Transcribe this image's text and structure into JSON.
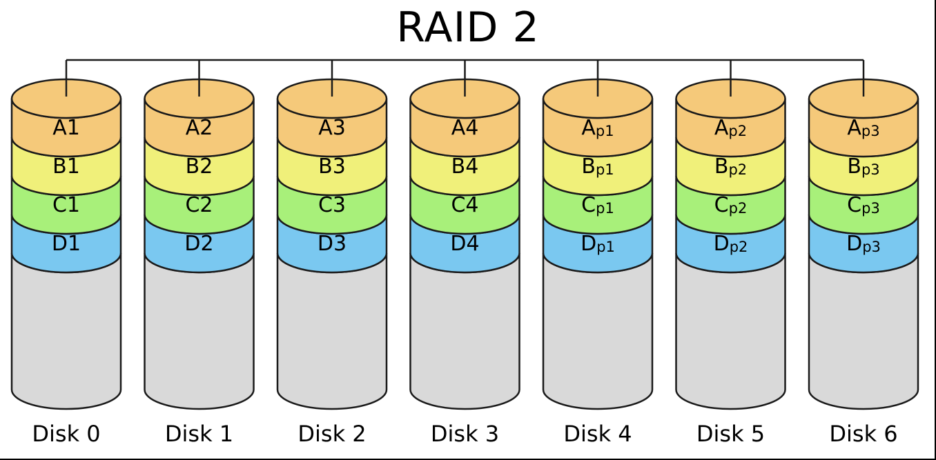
{
  "title": "RAID 2",
  "colors": {
    "top": "#f5c97a",
    "a": "#f5c97a",
    "b": "#f0f07a",
    "c": "#a8f07a",
    "d": "#7ac8f0",
    "empty": "#d9d9d9",
    "stroke": "#1a1a1a"
  },
  "disks": [
    {
      "label": "Disk 0",
      "segments": [
        {
          "main": "A1",
          "sub": ""
        },
        {
          "main": "B1",
          "sub": ""
        },
        {
          "main": "C1",
          "sub": ""
        },
        {
          "main": "D1",
          "sub": ""
        }
      ]
    },
    {
      "label": "Disk 1",
      "segments": [
        {
          "main": "A2",
          "sub": ""
        },
        {
          "main": "B2",
          "sub": ""
        },
        {
          "main": "C2",
          "sub": ""
        },
        {
          "main": "D2",
          "sub": ""
        }
      ]
    },
    {
      "label": "Disk 2",
      "segments": [
        {
          "main": "A3",
          "sub": ""
        },
        {
          "main": "B3",
          "sub": ""
        },
        {
          "main": "C3",
          "sub": ""
        },
        {
          "main": "D3",
          "sub": ""
        }
      ]
    },
    {
      "label": "Disk 3",
      "segments": [
        {
          "main": "A4",
          "sub": ""
        },
        {
          "main": "B4",
          "sub": ""
        },
        {
          "main": "C4",
          "sub": ""
        },
        {
          "main": "D4",
          "sub": ""
        }
      ]
    },
    {
      "label": "Disk 4",
      "segments": [
        {
          "main": "A",
          "sub": "p1"
        },
        {
          "main": "B",
          "sub": "p1"
        },
        {
          "main": "C",
          "sub": "p1"
        },
        {
          "main": "D",
          "sub": "p1"
        }
      ]
    },
    {
      "label": "Disk 5",
      "segments": [
        {
          "main": "A",
          "sub": "p2"
        },
        {
          "main": "B",
          "sub": "p2"
        },
        {
          "main": "C",
          "sub": "p2"
        },
        {
          "main": "D",
          "sub": "p2"
        }
      ]
    },
    {
      "label": "Disk 6",
      "segments": [
        {
          "main": "A",
          "sub": "p3"
        },
        {
          "main": "B",
          "sub": "p3"
        },
        {
          "main": "C",
          "sub": "p3"
        },
        {
          "main": "D",
          "sub": "p3"
        }
      ]
    }
  ]
}
